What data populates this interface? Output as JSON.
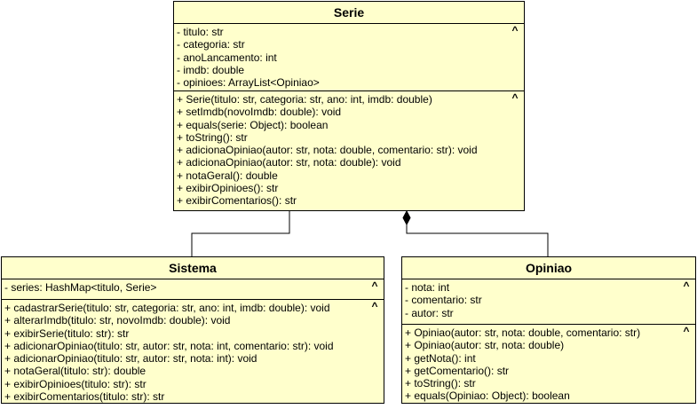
{
  "classes": {
    "serie": {
      "name": "Serie",
      "attributes": [
        "-  titulo: str",
        "-  categoria: str",
        "-  anoLancamento: int",
        "-  imdb: double",
        "-  opinioes: ArrayList<Opiniao>"
      ],
      "methods": [
        "+ Serie(titulo: str, categoria: str, ano: int, imdb: double)",
        "+ setImdb(novoImdb: double): void",
        "+ equals(serie: Object): boolean",
        "+ toString(): str",
        "+ adicionaOpiniao(autor: str, nota: double, comentario: str): void",
        "+ adicionaOpiniao(autor: str, nota: double): void",
        "+ notaGeral(): double",
        "+ exibirOpinioes(): str",
        "+ exibirComentarios(): str"
      ]
    },
    "sistema": {
      "name": "Sistema",
      "attributes": [
        "-  series: HashMap<titulo, Serie>"
      ],
      "methods": [
        "+ cadastrarSerie(titulo: str, categoria: str, ano: int, imdb: double): void",
        "+ alterarImdb(titulo: str, novoImdb: double): void",
        "+ exibirSerie(titulo: str): str",
        "+ adicionarOpiniao(titulo: str, autor: str, nota: int, comentario: str): void",
        "+ adicionarOpiniao(titulo: str, autor: str, nota: int): void",
        "+ notaGeral(titulo: str): double",
        "+ exibirOpinioes(titulo: str): str",
        "+ exibirComentarios(titulo: str): str"
      ]
    },
    "opiniao": {
      "name": "Opiniao",
      "attributes": [
        "-  nota: int",
        "-  comentario: str",
        "-  autor: str"
      ],
      "methods": [
        "+ Opiniao(autor: str, nota: double, comentario: str)",
        "+ Opiniao(autor: str, nota: double)",
        "+ getNota(): int",
        "+ getComentario(): str",
        "+ toString(): str",
        "+ equals(Opiniao: Object): boolean"
      ]
    }
  },
  "collapse_symbol": "^",
  "colors": {
    "class_fill": "#ffffcc",
    "stroke": "#000000"
  }
}
